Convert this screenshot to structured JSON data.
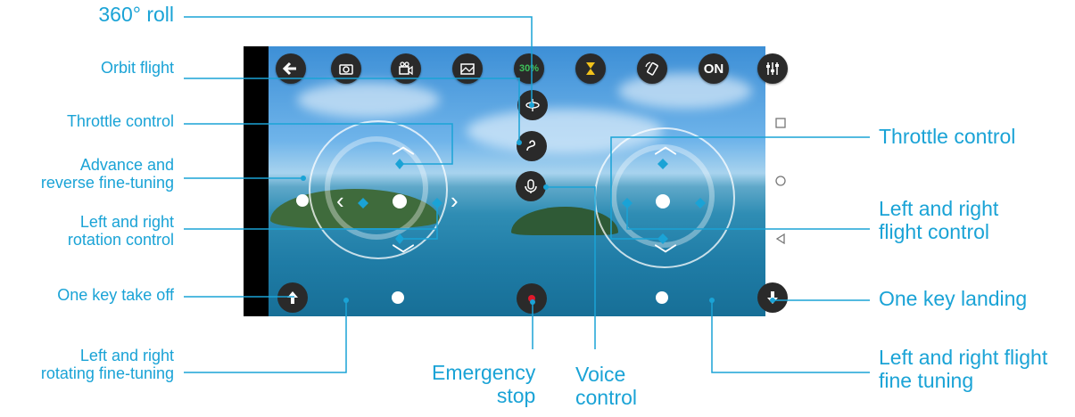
{
  "labels": {
    "roll": "360° roll",
    "orbit": "Orbit flight",
    "throttle_left": "Throttle control",
    "advance": "Advance and\nreverse fine-tuning",
    "lr_rotation": "Left and right\nrotation control",
    "takeoff": "One key take off",
    "lr_rot_fine": "Left and right\nrotating fine-tuning",
    "emergency": "Emergency\nstop",
    "voice": "Voice\ncontrol",
    "throttle_right": "Throttle control",
    "lr_flight": "Left and right\nflight control",
    "landing": "One key landing",
    "lr_flight_fine": "Left and right flight\nfine tuning"
  },
  "toolbar": {
    "percent": "30%",
    "on_label": "ON"
  },
  "colors": {
    "label": "#1aa3d6",
    "leader": "#1aa3d6",
    "button": "#2a2a2a",
    "emergency": "#e0192a"
  },
  "icons": [
    "back-icon",
    "camera-icon",
    "video-icon",
    "gallery-icon",
    "battery-icon",
    "hourglass-icon",
    "rotate-icon",
    "on-toggle",
    "settings-icon",
    "roll-icon",
    "orbit-icon",
    "microphone-icon",
    "takeoff-icon",
    "landing-icon",
    "stop-icon"
  ]
}
